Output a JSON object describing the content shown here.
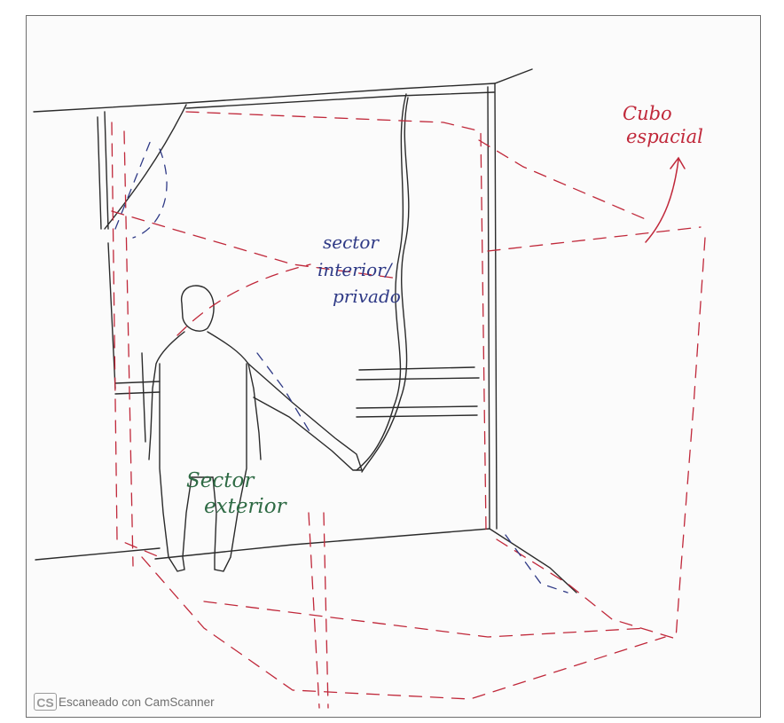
{
  "labels": {
    "cube": [
      "Cubo",
      "espacial"
    ],
    "interior": [
      "sector",
      "interior/",
      "privado"
    ],
    "exterior": [
      "Sector",
      "exterior"
    ]
  },
  "watermark": {
    "logo": "CS",
    "text": "Escaneado con CamScanner"
  },
  "colors": {
    "pencil": "#2b2b2b",
    "red_ink": "#c0283a",
    "blue_ink": "#2f3a86",
    "green_ink": "#2f6b45",
    "watermark": "#8a8a8a"
  },
  "icons": {
    "watermark_logo": "camscanner-logo-icon"
  }
}
